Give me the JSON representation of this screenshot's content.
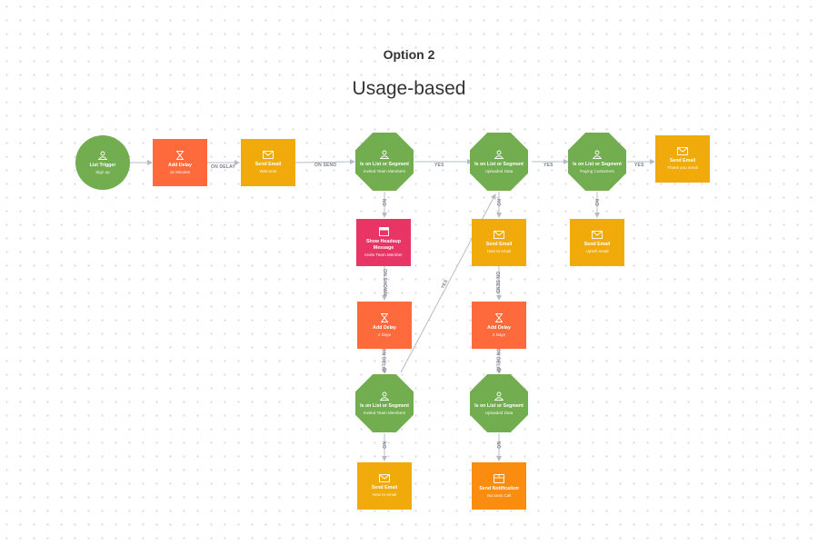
{
  "heading": {
    "option": "Option 2",
    "title": "Usage-based"
  },
  "nodes": {
    "trigger": {
      "title": "List Trigger",
      "sub": "Sign up"
    },
    "delay1": {
      "title": "Add Delay",
      "sub": "15 Minutes"
    },
    "email_welcome": {
      "title": "Send Email",
      "sub": "Welcome"
    },
    "seg_invited1": {
      "title": "Is on List or Segment",
      "sub": "Invited Team Members"
    },
    "seg_uploaded1": {
      "title": "Is on List or Segment",
      "sub": "Uploaded Data"
    },
    "seg_paying": {
      "title": "Is on List or Segment",
      "sub": "Paying Customers"
    },
    "email_thanks": {
      "title": "Send Email",
      "sub": "Thank you email"
    },
    "headsup": {
      "title": "Show Headsup Message",
      "sub": "Invite Team Member"
    },
    "email_howto1": {
      "title": "Send Email",
      "sub": "How to email"
    },
    "email_upsell": {
      "title": "Send Email",
      "sub": "Upsell email"
    },
    "delay2": {
      "title": "Add Delay",
      "sub": "2 Days"
    },
    "delay3": {
      "title": "Add Delay",
      "sub": "2 Days"
    },
    "seg_invited2": {
      "title": "Is on List or Segment",
      "sub": "Invited Team Members"
    },
    "seg_uploaded2": {
      "title": "Is on List or Segment",
      "sub": "Uploaded Data"
    },
    "email_howto2": {
      "title": "Send Email",
      "sub": "How to email"
    },
    "notification": {
      "title": "Send Notification",
      "sub": "Success Call"
    }
  },
  "edges": {
    "on_delay": "ON DELAY",
    "on_send": "ON SEND",
    "yes": "YES",
    "no": "NO",
    "on_shown": "ON SHOWN"
  },
  "icons": {
    "trigger": "user-list-icon",
    "delay": "hourglass-icon",
    "email": "envelope-icon",
    "segment": "user-list-icon",
    "headsup": "message-window-icon",
    "notification": "notification-icon"
  },
  "colors": {
    "green": "#72ad50",
    "orange": "#ff6a3c",
    "yellow": "#f0aa0a",
    "pink": "#e83565",
    "amber": "#fa8c0f",
    "connector": "#b7bcc4"
  }
}
